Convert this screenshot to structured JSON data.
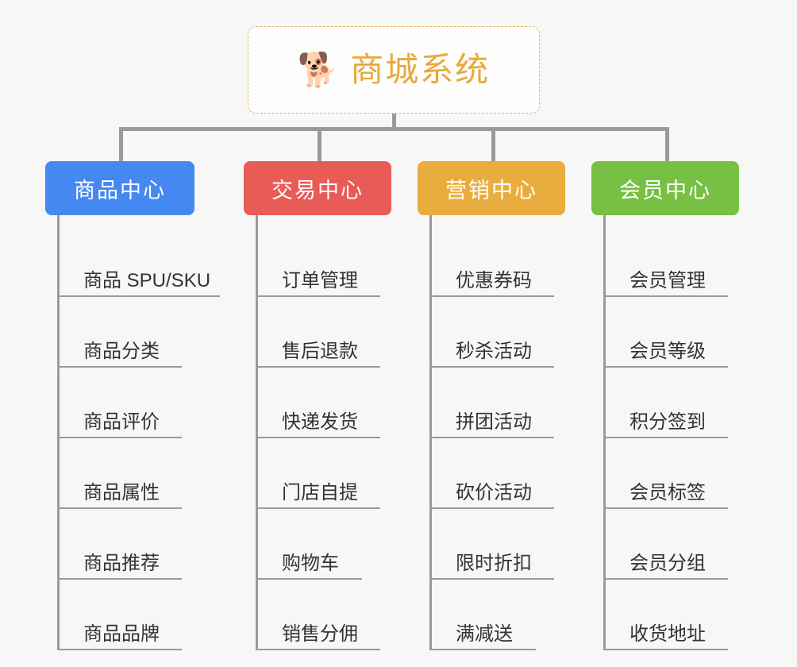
{
  "page": {
    "background_color": "#f7f7f7",
    "line_color": "#9a9a9a"
  },
  "root": {
    "icon": "shiba-dog-face-emoji",
    "emoji": "🐕",
    "title": "商城系统",
    "text_color": "#e8a93c",
    "border_color": "#eab654",
    "background_color": "#fdfdfb"
  },
  "columns": [
    {
      "label": "商品中心",
      "color": "#4688f1",
      "items": [
        "商品 SPU/SKU",
        "商品分类",
        "商品评价",
        "商品属性",
        "商品推荐",
        "商品品牌"
      ]
    },
    {
      "label": "交易中心",
      "color": "#e85b56",
      "items": [
        "订单管理",
        "售后退款",
        "快递发货",
        "门店自提",
        "购物车",
        "销售分佣"
      ]
    },
    {
      "label": "营销中心",
      "color": "#e9ad3f",
      "items": [
        "优惠券码",
        "秒杀活动",
        "拼团活动",
        "砍价活动",
        "限时折扣",
        "满减送"
      ]
    },
    {
      "label": "会员中心",
      "color": "#77c043",
      "items": [
        "会员管理",
        "会员等级",
        "积分签到",
        "会员标签",
        "会员分组",
        "收货地址"
      ]
    }
  ]
}
